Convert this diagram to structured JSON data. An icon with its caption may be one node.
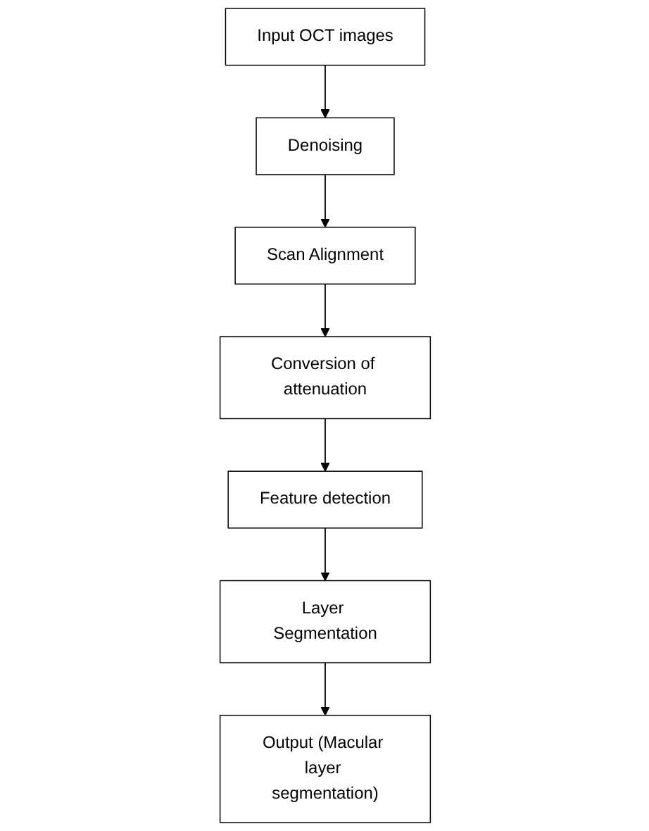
{
  "diagram": {
    "nodes": [
      {
        "text": [
          "Input OCT images"
        ]
      },
      {
        "text": [
          "Denoising"
        ]
      },
      {
        "text": [
          "Scan Alignment"
        ]
      },
      {
        "text": [
          "Conversion of attenuation"
        ]
      },
      {
        "text": [
          "Feature detection"
        ]
      },
      {
        "text": [
          "Layer Segmentation"
        ]
      },
      {
        "text": [
          "Output (Macular layer segmentation)"
        ]
      }
    ],
    "edges": [
      {
        "from": 0,
        "to": 1,
        "arrow": "to"
      },
      {
        "from": 1,
        "to": 2,
        "arrow": "to"
      },
      {
        "from": 2,
        "to": 3,
        "arrow": "to"
      },
      {
        "from": 3,
        "to": 4,
        "arrow": "to"
      },
      {
        "from": 4,
        "to": 5,
        "arrow": "to"
      },
      {
        "from": 5,
        "to": 6,
        "arrow": "to"
      }
    ]
  }
}
